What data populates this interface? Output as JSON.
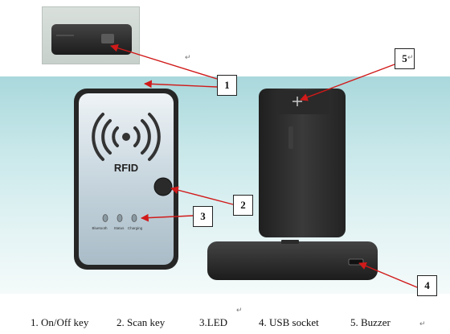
{
  "device_labels": {
    "logo": "RFID",
    "led_bluetooth": "Bluetooth",
    "led_status": "Status",
    "led_charging": "Charging"
  },
  "callouts": [
    "1",
    "2",
    "3",
    "4",
    "5"
  ],
  "legend": [
    "1. On/Off key",
    "2. Scan key",
    "3.LED",
    "4. USB socket",
    "5. Buzzer"
  ],
  "paragraph_mark": "↵",
  "colors": {
    "arrow": "#d11a1a",
    "band_top": "#a9d8dc",
    "device_front": "#c4d3dc",
    "device_body": "#2e2e2e"
  }
}
